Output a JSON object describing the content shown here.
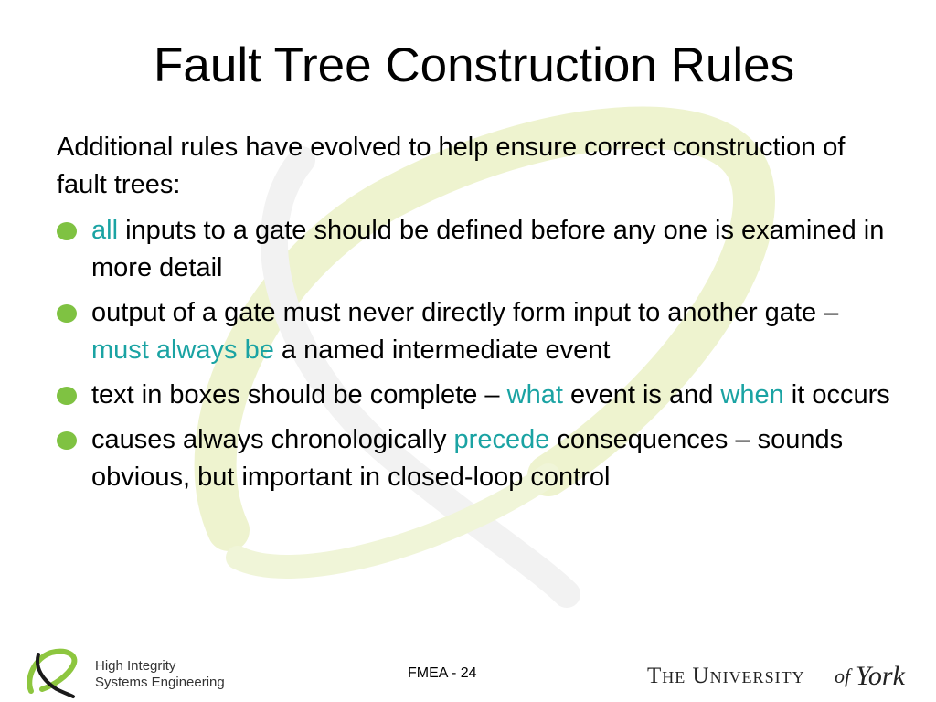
{
  "slide": {
    "title": "Fault Tree Construction Rules",
    "intro": "Additional rules have evolved to help ensure correct construction of fault trees:",
    "bullets": [
      {
        "parts": [
          {
            "text": "all",
            "highlight": true
          },
          {
            "text": " inputs to a gate should be defined before any one is examined in more detail",
            "highlight": false
          }
        ]
      },
      {
        "parts": [
          {
            "text": "output of a gate must never directly form input to another gate – ",
            "highlight": false
          },
          {
            "text": "must always be",
            "highlight": true
          },
          {
            "text": " a named intermediate event",
            "highlight": false
          }
        ]
      },
      {
        "parts": [
          {
            "text": "text in boxes should be complete – ",
            "highlight": false
          },
          {
            "text": "what",
            "highlight": true
          },
          {
            "text": " event is and ",
            "highlight": false
          },
          {
            "text": "when",
            "highlight": true
          },
          {
            "text": " it occurs",
            "highlight": false
          }
        ]
      },
      {
        "parts": [
          {
            "text": "causes always chronologically ",
            "highlight": false
          },
          {
            "text": "precede",
            "highlight": true
          },
          {
            "text": " consequences – sounds obvious, but important in closed-loop control",
            "highlight": false
          }
        ]
      }
    ]
  },
  "footer": {
    "logo_line1": "High Integrity",
    "logo_line2": "Systems Engineering",
    "page_label": "FMEA - 24",
    "university_prefix": "The University",
    "university_of": "of",
    "university_york": "York"
  },
  "colors": {
    "accent_text": "#1aa3a3",
    "bullet": "#7fc242",
    "logo_green": "#8dc63f",
    "logo_dark": "#1a1a1a",
    "watermark": "#eef3cf"
  }
}
